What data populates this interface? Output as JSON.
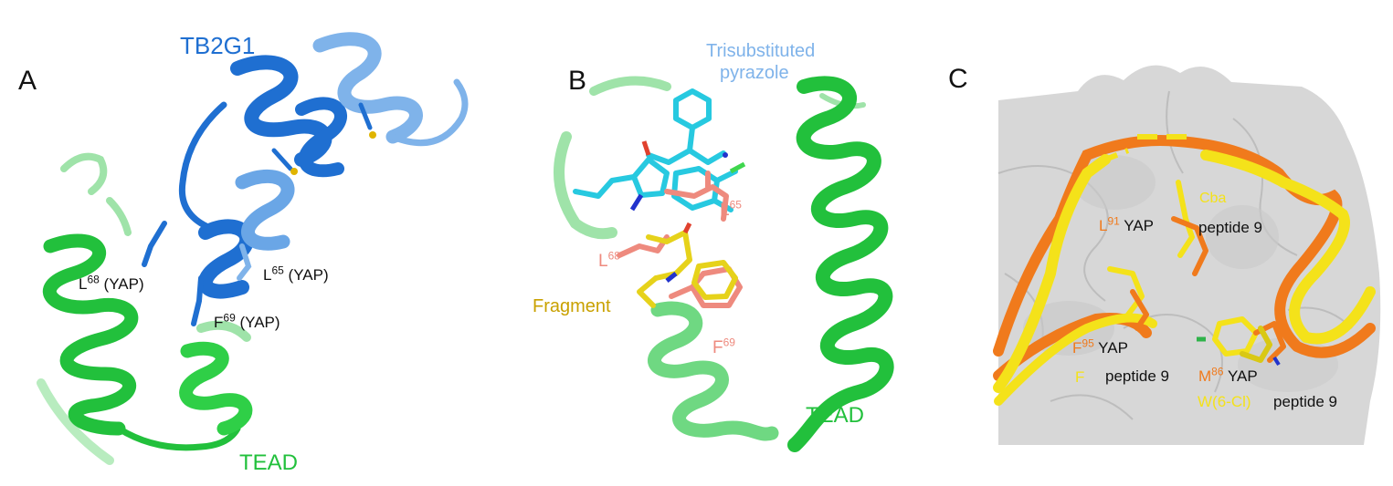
{
  "panels": {
    "a": {
      "letter": "A",
      "protein_label": "TB2G1",
      "tead_label": "TEAD",
      "residues": [
        {
          "pre": "L",
          "sup": "68",
          "post": " (YAP)"
        },
        {
          "pre": "L",
          "sup": "65",
          "post": " (YAP)"
        },
        {
          "pre": "F",
          "sup": "69",
          "post": " (YAP)"
        }
      ]
    },
    "b": {
      "letter": "B",
      "ligand_label_line1": "Trisubstituted",
      "ligand_label_line2": "pyrazole",
      "fragment_label": "Fragment",
      "tead_label": "TEAD",
      "residues": [
        {
          "pre": "L",
          "sup": "65"
        },
        {
          "pre": "L",
          "sup": "68"
        },
        {
          "pre": "F",
          "sup": "69"
        }
      ]
    },
    "c": {
      "letter": "C",
      "labels": {
        "cba": "Cba",
        "l91_pre": "L",
        "l91_sup": "91",
        "l91_post": " YAP",
        "peptide9_a": "peptide 9",
        "f95_pre": "F",
        "f95_sup": "95",
        "f95_post": " YAP",
        "f": "F",
        "peptide9_b": "peptide 9",
        "m86_pre": "M",
        "m86_sup": "86",
        "m86_post": " YAP",
        "w6cl": "W(6-Cl)",
        "peptide9_c": "peptide 9"
      }
    }
  },
  "colors": {
    "tead_green": "#22c03c",
    "yap_blue": "#1f6fd1",
    "pyrazole_cyan": "#27c9e0",
    "fragment_yellow": "#e6d21a",
    "residue_salmon": "#ee8a7e",
    "orange": "#f07a1c",
    "yellow": "#f4e21a",
    "surface_gray": "#d7d7d7"
  },
  "icons": [
    "cartoon-helix",
    "stick-model",
    "molecular-surface"
  ]
}
